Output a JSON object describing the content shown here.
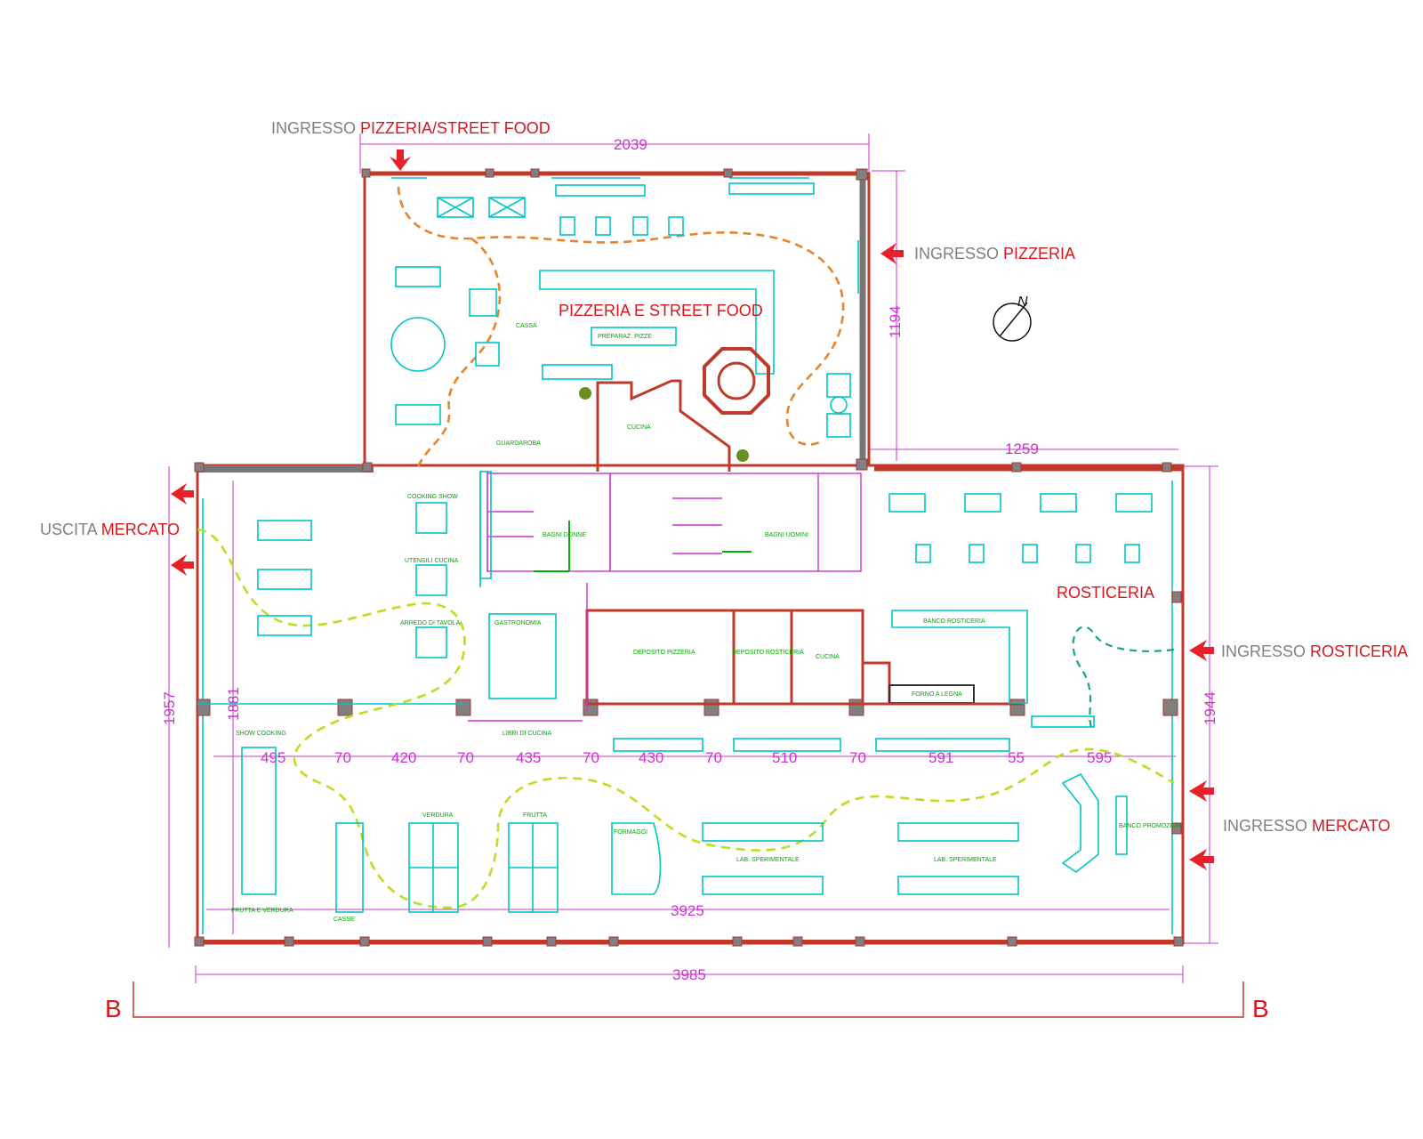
{
  "labels": {
    "entrance_pizzeria_street_food": {
      "prefix": "INGRESSO ",
      "name": "PIZZERIA/STREET FOOD"
    },
    "entrance_pizzeria": {
      "prefix": "INGRESSO ",
      "name": "PIZZERIA"
    },
    "exit_mercato": {
      "prefix": "USCITA ",
      "name": "MERCATO"
    },
    "entrance_rosticceria": {
      "prefix": "INGRESSO ",
      "name": "ROSTICERIA"
    },
    "entrance_mercato": {
      "prefix": "INGRESSO ",
      "name": "MERCATO"
    }
  },
  "rooms": {
    "pizzeria": "PIZZERIA E STREET FOOD",
    "rosticceria": "ROSTICERIA"
  },
  "small_labels": {
    "cassa": "CASSA",
    "preparazione": "PREPARAZ. PIZZE",
    "cucina_top": "CUCINA",
    "guardaroba": "GUARDAROBA",
    "bagni_donne": "BAGNI DONNE",
    "bagni_uomini": "BAGNI UOMINI",
    "cooking": "COOKING SHOW",
    "utensili": "UTENSILI CUCINA",
    "arredo": "ARREDO DI TAVOLA",
    "gastronomia": "GASTRONOMIA",
    "dep_pizzeria": "DEPOSITO PIZZERIA",
    "dep_rosticceria": "DEPOSITO ROSTICERIA",
    "cucina_mid": "CUCINA",
    "banco_rost": "BANCO ROSTICERIA",
    "forno": "FORNO A LEGNA",
    "libri": "LIBRI DI CUCINA",
    "show_cooking": "SHOW COOKING",
    "verdura": "VERDURA",
    "frutta": "FRUTTA",
    "formaggi": "FORMAGGI",
    "lab1": "LAB. SPERIMENTALE",
    "lab2": "LAB. SPERIMENTALE",
    "banco_prom": "BANCO PROMOZIONI",
    "frutta_verdura": "FRUTTA E VERDURA",
    "cassa_bottom": "CASSE"
  },
  "dimensions": {
    "top_width": "2039",
    "top_height": "1194",
    "mid_width": "1259",
    "left_height_outer": "1957",
    "left_height_inner": "1881",
    "right_height": "1944",
    "inner_row": [
      "495",
      "70",
      "420",
      "70",
      "435",
      "70",
      "430",
      "70",
      "510",
      "70",
      "591",
      "55",
      "595"
    ],
    "inner_total": "3925",
    "total_width": "3985"
  },
  "section_marks": {
    "left": "B",
    "right": "B"
  },
  "colors": {
    "walls": "#c0392b",
    "furniture": "#00c5c5",
    "dimensions": "#cc33cc",
    "entrance_arrows": "#e8202a",
    "path_pizzeria": "#e8842a",
    "path_market": "#b8e020"
  }
}
